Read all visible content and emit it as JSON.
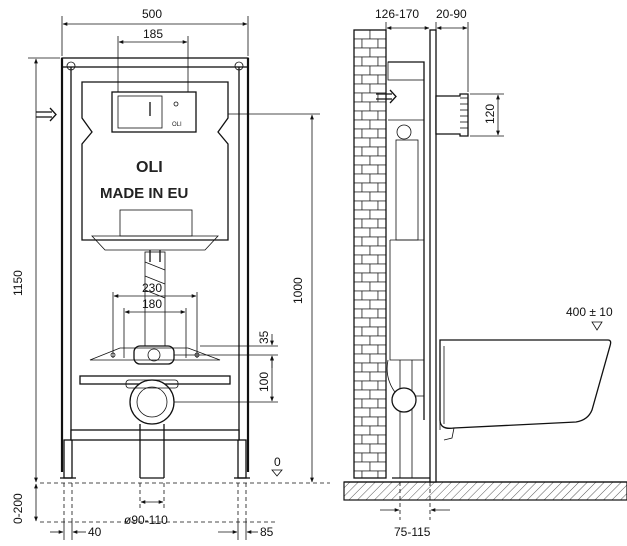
{
  "front_view": {
    "dim_width": "500",
    "dim_button_plate": "185",
    "dim_height": "1150",
    "dim_mount_height": "1000",
    "dim_feet_spacing": "230",
    "dim_bolt_spacing": "180",
    "dim_35": "35",
    "dim_100": "100",
    "dim_floor_zero": "0",
    "dim_foot_range": "0-200",
    "dim_drain": "ø90-110",
    "dim_40": "40",
    "dim_85": "85",
    "brand": "OLI",
    "made_in": "MADE IN EU",
    "plate_logo": "OLI"
  },
  "side_view": {
    "dim_depth": "126-170",
    "dim_wall": "20-90",
    "dim_120": "120",
    "dim_load": "400 ± 10",
    "dim_outlet": "75-115"
  }
}
